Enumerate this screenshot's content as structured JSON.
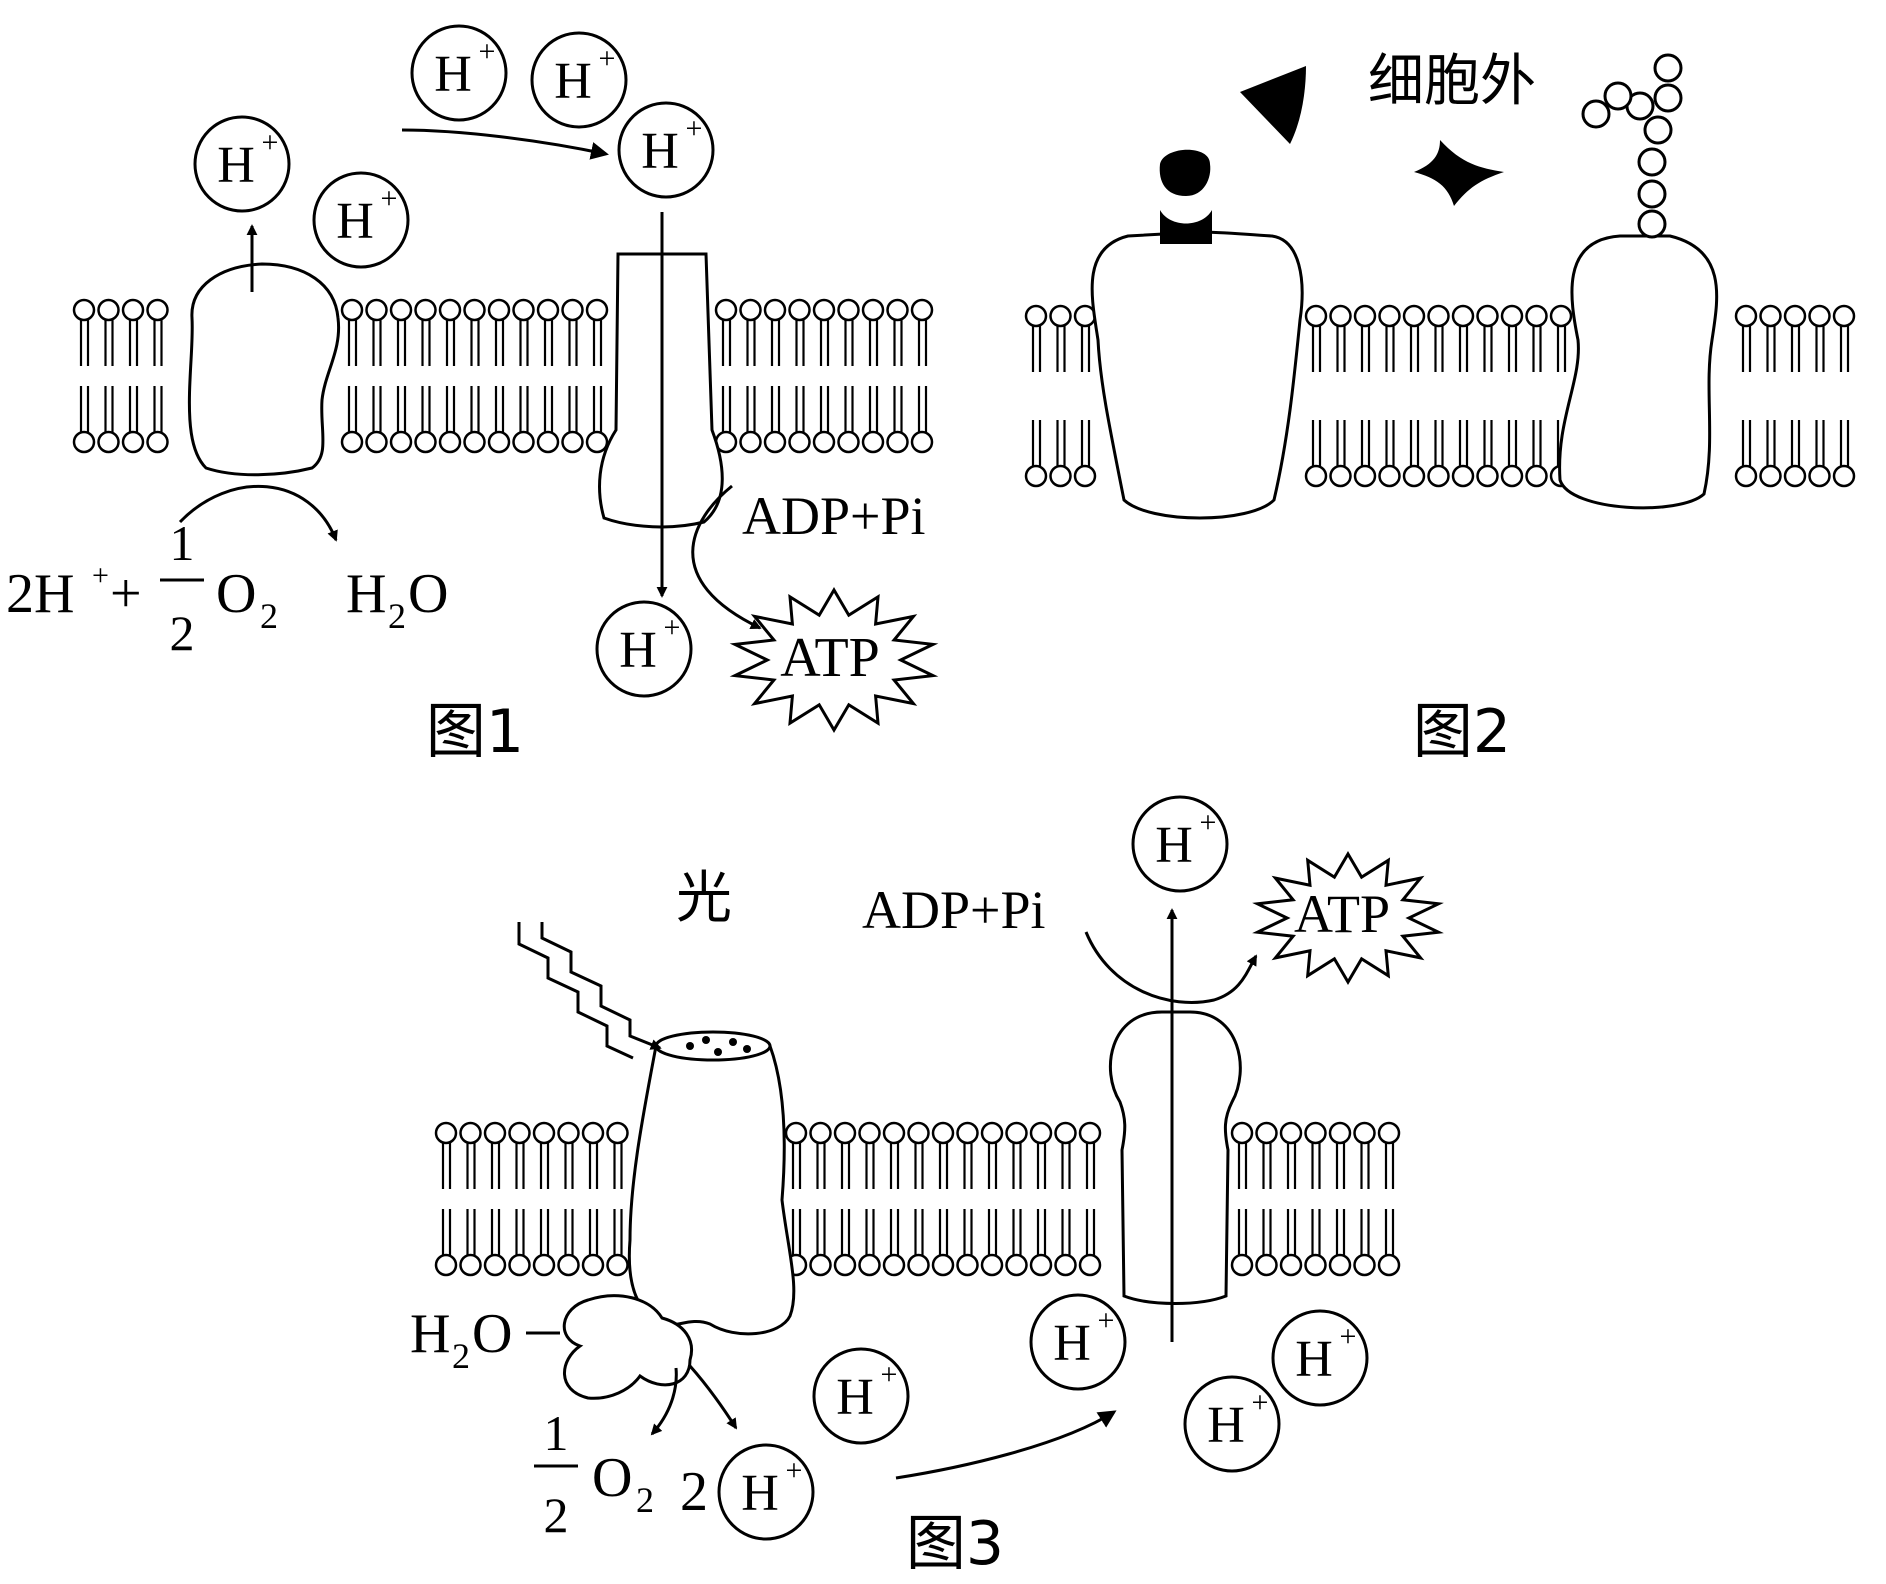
{
  "figure1": {
    "caption": "图1",
    "ion": "H",
    "ion_charge": "+",
    "reaction_lhs_prefix": "2H",
    "reaction_plus": "+",
    "frac_num": "1",
    "frac_den": "2",
    "o2": "O",
    "o2_sub": "2",
    "product": "H",
    "product_sub": "2",
    "product_tail": "O",
    "adp_pi": "ADP+Pi",
    "atp": "ATP"
  },
  "figure2": {
    "caption": "图2",
    "outside_label": "细胞外"
  },
  "figure3": {
    "caption": "图3",
    "light_label": "光",
    "ion": "H",
    "ion_charge": "+",
    "water": "H",
    "water_sub": "2",
    "water_tail": "O",
    "frac_num": "1",
    "frac_den": "2",
    "o2": "O",
    "o2_sub": "2",
    "coef": "2",
    "adp_pi": "ADP+Pi",
    "atp": "ATP"
  }
}
